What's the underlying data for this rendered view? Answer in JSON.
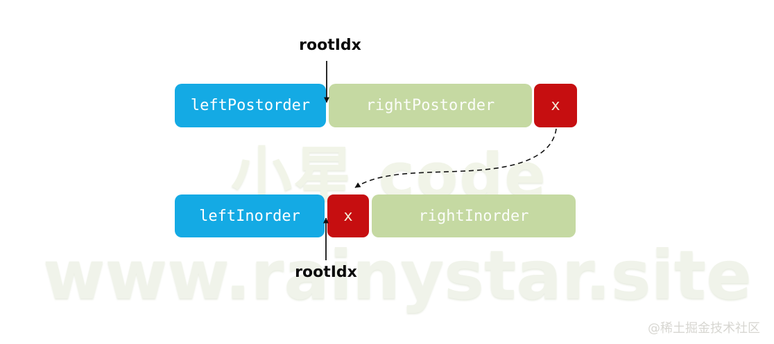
{
  "diagram": {
    "pointer_label_top": "rootIdx",
    "pointer_label_bottom": "rootIdx",
    "postorder_row": {
      "boxes": [
        {
          "label": "leftPostorder",
          "color_role": "blue"
        },
        {
          "label": "rightPostorder",
          "color_role": "green"
        },
        {
          "label": "x",
          "color_role": "red"
        }
      ]
    },
    "inorder_row": {
      "boxes": [
        {
          "label": "leftInorder",
          "color_role": "blue"
        },
        {
          "label": "x",
          "color_role": "red"
        },
        {
          "label": "rightInorder",
          "color_role": "green"
        }
      ]
    },
    "colors": {
      "blue": "#14aae4",
      "green": "#c5d9a2",
      "red": "#c60e10",
      "arrow": "#111111"
    }
  },
  "watermarks": {
    "center": "小星 code",
    "bottom": "www.rainystar.site",
    "corner": "@稀土掘金技术社区"
  }
}
